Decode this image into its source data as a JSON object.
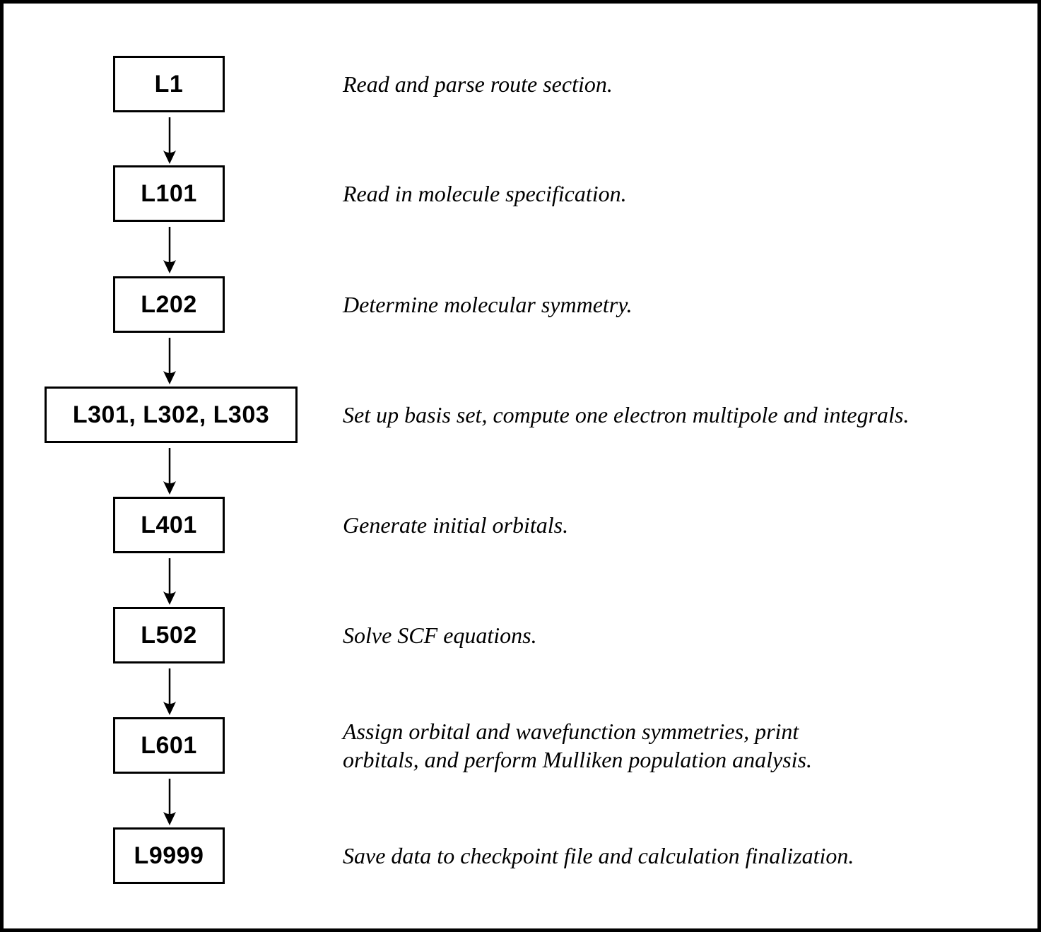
{
  "diagram": {
    "type": "flowchart",
    "orientation": "vertical",
    "colors": {
      "ink": "#000000",
      "background": "#ffffff"
    },
    "steps": [
      {
        "box_label": "L1",
        "description": "Read and parse route section."
      },
      {
        "box_label": "L101",
        "description": "Read in molecule specification."
      },
      {
        "box_label": "L202",
        "description": "Determine molecular symmetry."
      },
      {
        "box_label": "L301, L302, L303",
        "description": "Set up basis set, compute one electron multipole and integrals."
      },
      {
        "box_label": "L401",
        "description": "Generate initial orbitals."
      },
      {
        "box_label": "L502",
        "description": "Solve SCF equations."
      },
      {
        "box_label": "L601",
        "description": "Assign orbital and wavefunction symmetries, print\norbitals, and perform Mulliken population analysis."
      },
      {
        "box_label": "L9999",
        "description": "Save data to checkpoint file and calculation finalization."
      }
    ],
    "connections": [
      "L1→L101",
      "L101→L202",
      "L202→L301, L302, L303",
      "L301, L302, L303→L401",
      "L401→L502",
      "L502→L601",
      "L601→L9999"
    ]
  }
}
